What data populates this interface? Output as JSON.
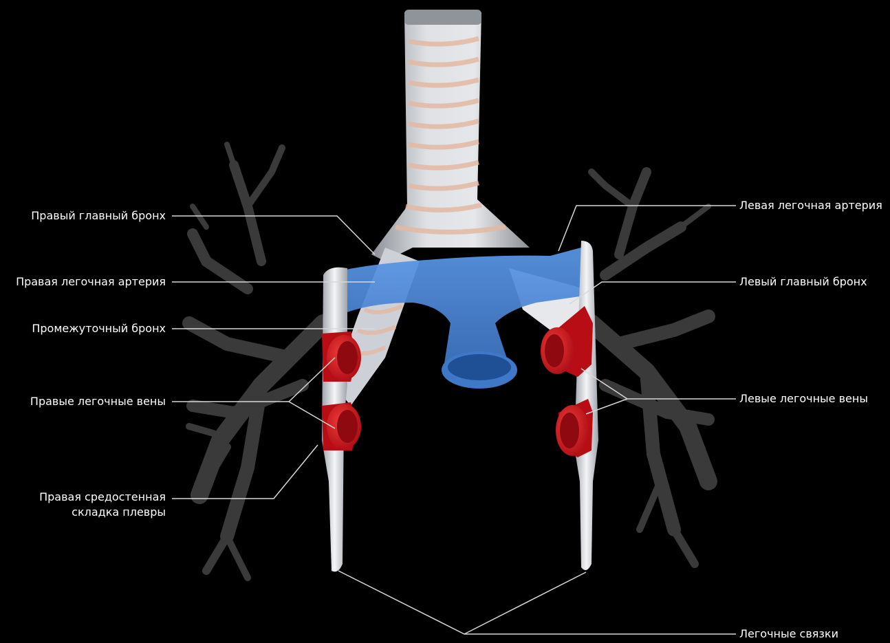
{
  "labels": {
    "right_main_bronchus": "Правый главный бронх",
    "right_pulmonary_artery": "Правая легочная артерия",
    "intermediate_bronchus": "Промежуточный бронх",
    "right_pulmonary_veins": "Правые легочные вены",
    "right_mediastinal_pleura_line1": "Правая средостенная",
    "right_mediastinal_pleura_line2": "складка плевры",
    "left_pulmonary_artery": "Левая легочная артерия",
    "left_main_bronchus": "Левый главный бронх",
    "left_pulmonary_veins": "Левые легочные вены",
    "pulmonary_ligaments": "Легочные связки"
  },
  "colors": {
    "background": "#000000",
    "label_text": "#ffffff",
    "leader_line": "#d8d8d8",
    "artery_blue": "#4a86d6",
    "vein_red": "#d0141c",
    "trachea_gray": "#cfd2d8",
    "cartilage_peach": "#e3b9a4",
    "pleura_white": "#eceef2",
    "lung_tree_gray": "#3c3c3c"
  }
}
